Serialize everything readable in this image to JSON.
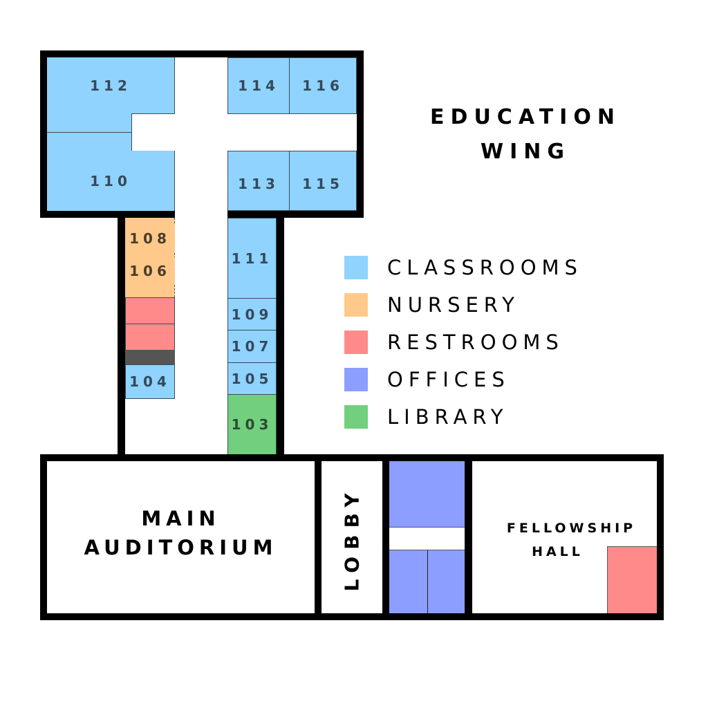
{
  "title": {
    "line1": "EDUCATION",
    "line2": "WING"
  },
  "colors": {
    "classrooms": "#8fd3fe",
    "nursery": "#ffc98b",
    "restrooms": "#ff8a8a",
    "offices": "#8c9eff",
    "library": "#72cf7e",
    "storage": "#555555",
    "walls": "#000000"
  },
  "legend": [
    {
      "label": "CLASSROOMS"
    },
    {
      "label": "NURSERY"
    },
    {
      "label": "RESTROOMS"
    },
    {
      "label": "OFFICES"
    },
    {
      "label": "LIBRARY"
    }
  ],
  "rooms": {
    "r112": "112",
    "r110": "110",
    "r114": "114",
    "r116": "116",
    "r113": "113",
    "r115": "115",
    "r108": "108",
    "r106": "106",
    "r111": "111",
    "r109": "109",
    "r107": "107",
    "r105": "105",
    "r104": "104",
    "r103": "103"
  },
  "spaces": {
    "auditorium1": "MAIN",
    "auditorium2": "AUDITORIUM",
    "lobby": "LOBBY",
    "fellowship1": "FELLOWSHIP",
    "fellowship2": "HALL"
  }
}
